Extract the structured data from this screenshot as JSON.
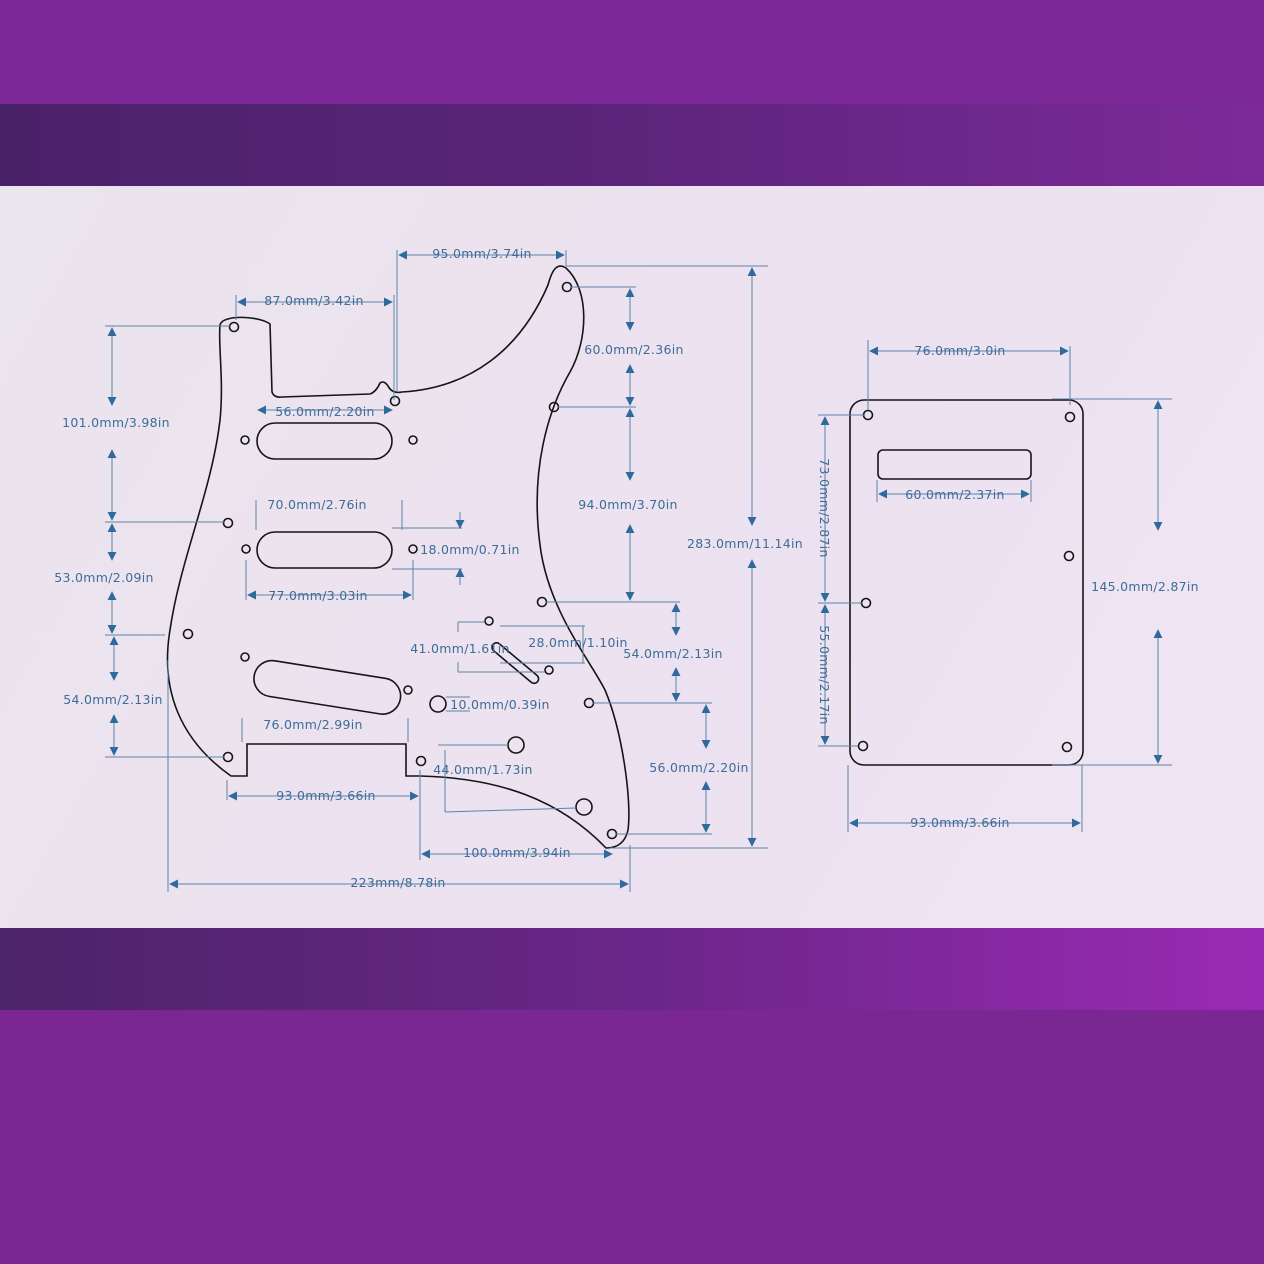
{
  "pickguard": {
    "labels": {
      "top_width": "95.0mm/3.74in",
      "horn_width": "87.0mm/3.42in",
      "top_hole_to_mid": "101.0mm/3.98in",
      "neck_pickup": "56.0mm/2.20in",
      "mid_pickup_outer": "70.0mm/2.76in",
      "pickup_height": "18.0mm/0.71in",
      "mid_pickup_holes": "77.0mm/3.03in",
      "left_mid": "53.0mm/2.09in",
      "left_low": "54.0mm/2.13in",
      "right_top": "60.0mm/2.36in",
      "right_mid": "94.0mm/3.70in",
      "total_height": "283.0mm/11.14in",
      "switch_holes": "41.0mm/1.61in",
      "switch_slot": "28.0mm/1.10in",
      "right_low": "54.0mm/2.13in",
      "jack_hole": "10.0mm/0.39in",
      "right_bottom": "56.0mm/2.20in",
      "notch_width": "76.0mm/2.99in",
      "pots": "44.0mm/1.73in",
      "bottom_left": "93.0mm/3.66in",
      "bottom_right": "100.0mm/3.94in",
      "total_width": "223mm/8.78in"
    }
  },
  "backplate": {
    "labels": {
      "top_holes": "76.0mm/3.0in",
      "slot": "60.0mm/2.37in",
      "left_upper": "73.0mm/2.87in",
      "left_lower": "55.0mm/2.17in",
      "height": "145.0mm/2.87in",
      "width": "93.0mm/3.66in"
    }
  },
  "colors": {
    "outline": "#151515",
    "dimension": "#3d6d98",
    "band": "#7a2896"
  }
}
